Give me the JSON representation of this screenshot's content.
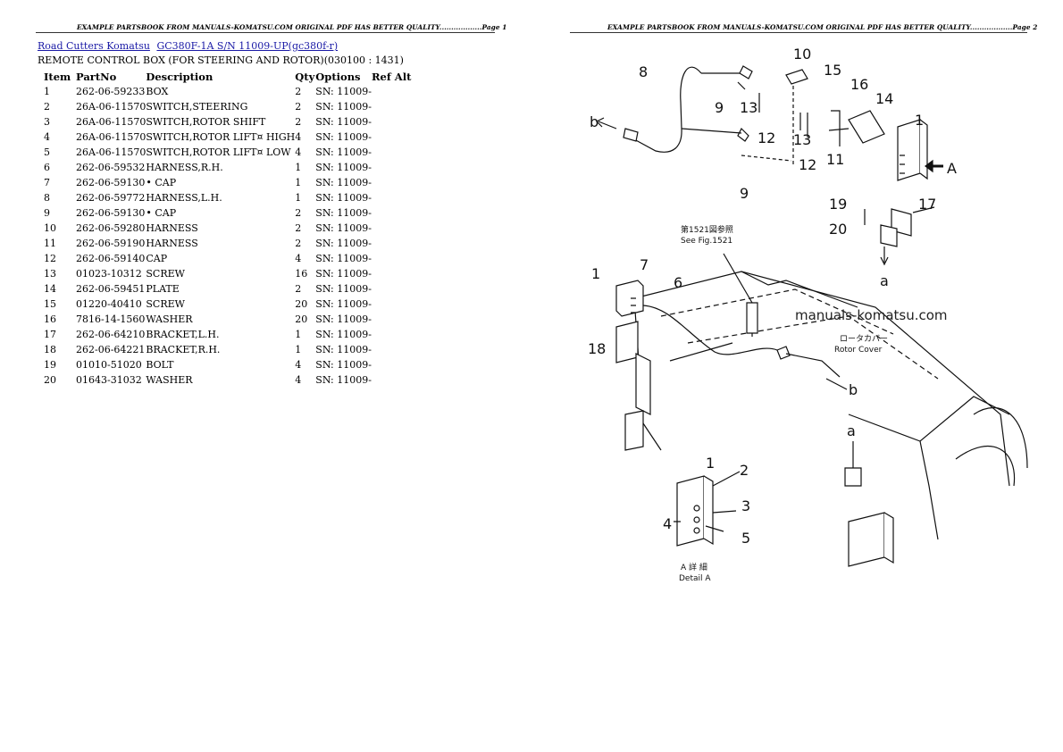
{
  "page_headers": [
    "EXAMPLE PARTSBOOK FROM MANUALS-KOMATSU.COM ORIGINAL PDF HAS BETTER QUALITY..................Page 1",
    "EXAMPLE PARTSBOOK FROM MANUALS-KOMATSU.COM ORIGINAL PDF HAS BETTER QUALITY..................Page 2"
  ],
  "breadcrumb": {
    "link1": "Road Cutters Komatsu",
    "link2": "GC380F-1A S/N 11009-UP(gc380f-r)"
  },
  "subtitle": "REMOTE CONTROL BOX (FOR STEERING AND ROTOR)(030100 : 1431)",
  "table": {
    "headers": [
      "Item",
      "PartNo",
      "Description",
      "Qty",
      "Options",
      "Ref Alt"
    ],
    "rows": [
      {
        "item": "1",
        "part": "262-06-59233",
        "desc": "BOX",
        "qty": "2",
        "opt": "SN: 11009-"
      },
      {
        "item": "2",
        "part": "26A-06-11570",
        "desc": "SWITCH,STEERING",
        "qty": "2",
        "opt": "SN: 11009-"
      },
      {
        "item": "3",
        "part": "26A-06-11570",
        "desc": "SWITCH,ROTOR SHIFT",
        "qty": "2",
        "opt": "SN: 11009-"
      },
      {
        "item": "4",
        "part": "26A-06-11570",
        "desc": "SWITCH,ROTOR LIFT¤ HIGH",
        "qty": "4",
        "opt": "SN: 11009-"
      },
      {
        "item": "5",
        "part": "26A-06-11570",
        "desc": "SWITCH,ROTOR LIFT¤ LOW",
        "qty": "4",
        "opt": "SN: 11009-"
      },
      {
        "item": "6",
        "part": "262-06-59532",
        "desc": "HARNESS,R.H.",
        "qty": "1",
        "opt": "SN: 11009-"
      },
      {
        "item": "7",
        "part": "262-06-59130",
        "desc": "• CAP",
        "qty": "1",
        "opt": "SN: 11009-"
      },
      {
        "item": "8",
        "part": "262-06-59772",
        "desc": "HARNESS,L.H.",
        "qty": "1",
        "opt": "SN: 11009-"
      },
      {
        "item": "9",
        "part": "262-06-59130",
        "desc": "• CAP",
        "qty": "2",
        "opt": "SN: 11009-"
      },
      {
        "item": "10",
        "part": "262-06-59280",
        "desc": "HARNESS",
        "qty": "2",
        "opt": "SN: 11009-"
      },
      {
        "item": "11",
        "part": "262-06-59190",
        "desc": "HARNESS",
        "qty": "2",
        "opt": "SN: 11009-"
      },
      {
        "item": "12",
        "part": "262-06-59140",
        "desc": "CAP",
        "qty": "4",
        "opt": "SN: 11009-"
      },
      {
        "item": "13",
        "part": "01023-10312",
        "desc": "SCREW",
        "qty": "16",
        "opt": "SN: 11009-"
      },
      {
        "item": "14",
        "part": "262-06-59451",
        "desc": "PLATE",
        "qty": "2",
        "opt": "SN: 11009-"
      },
      {
        "item": "15",
        "part": "01220-40410",
        "desc": "SCREW",
        "qty": "20",
        "opt": "SN: 11009-"
      },
      {
        "item": "16",
        "part": "7816-14-1560",
        "desc": "WASHER",
        "qty": "20",
        "opt": "SN: 11009-"
      },
      {
        "item": "17",
        "part": "262-06-64210",
        "desc": "BRACKET,L.H.",
        "qty": "1",
        "opt": "SN: 11009-"
      },
      {
        "item": "18",
        "part": "262-06-64221",
        "desc": "BRACKET,R.H.",
        "qty": "1",
        "opt": "SN: 11009-"
      },
      {
        "item": "19",
        "part": "01010-51020",
        "desc": "BOLT",
        "qty": "4",
        "opt": "SN: 11009-"
      },
      {
        "item": "20",
        "part": "01643-31032",
        "desc": "WASHER",
        "qty": "4",
        "opt": "SN: 11009-"
      }
    ]
  },
  "diagram": {
    "callouts": [
      "1",
      "2",
      "3",
      "4",
      "5",
      "6",
      "7",
      "8",
      "9",
      "10",
      "11",
      "12",
      "13",
      "14",
      "15",
      "16",
      "17",
      "18",
      "19",
      "20"
    ],
    "letter_a": "a",
    "letter_b": "b",
    "letter_A": "A",
    "see_fig_jp": "第1521図参照",
    "see_fig": "See Fig.1521",
    "rotor_cover_jp": "ロータカバー",
    "rotor_cover": "Rotor Cover",
    "detail_jp": "A 詳 細",
    "detail": "Detail A",
    "watermark": "manuals-komatsu.com"
  }
}
